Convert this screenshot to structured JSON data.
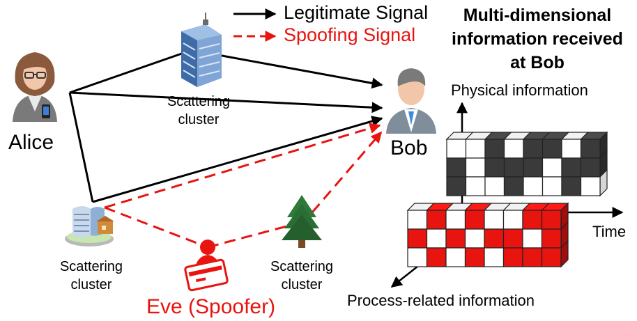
{
  "legend": {
    "legitimate": "Legitimate Signal",
    "spoofing": "Spoofing Signal"
  },
  "title": "Multi-dimensional\ninformation received\nat Bob",
  "nodes": {
    "alice": "Alice",
    "bob": "Bob",
    "eve": "Eve (Spoofer)",
    "cluster_top": "Scattering\ncluster",
    "cluster_left": "Scattering\ncluster",
    "cluster_tree": "Scattering\ncluster"
  },
  "axes": {
    "vertical": "Physical information",
    "horizontal": "Time",
    "depth": "Process-related information"
  },
  "colors": {
    "legitimate": "#000000",
    "spoofing": "#e8140f",
    "physical_cell": "#3a3a3a",
    "process_cell": "#e8140f"
  },
  "grids": {
    "physical": [
      [
        0,
        0,
        1,
        0,
        1,
        1,
        0,
        1
      ],
      [
        1,
        0,
        1,
        1,
        1,
        0,
        1,
        1
      ],
      [
        1,
        0,
        0,
        1,
        0,
        0,
        1,
        0
      ]
    ],
    "process": [
      [
        0,
        1,
        0,
        1,
        0,
        0,
        1,
        1
      ],
      [
        1,
        0,
        1,
        0,
        1,
        1,
        0,
        1
      ],
      [
        0,
        1,
        0,
        1,
        0,
        1,
        1,
        1
      ]
    ]
  }
}
